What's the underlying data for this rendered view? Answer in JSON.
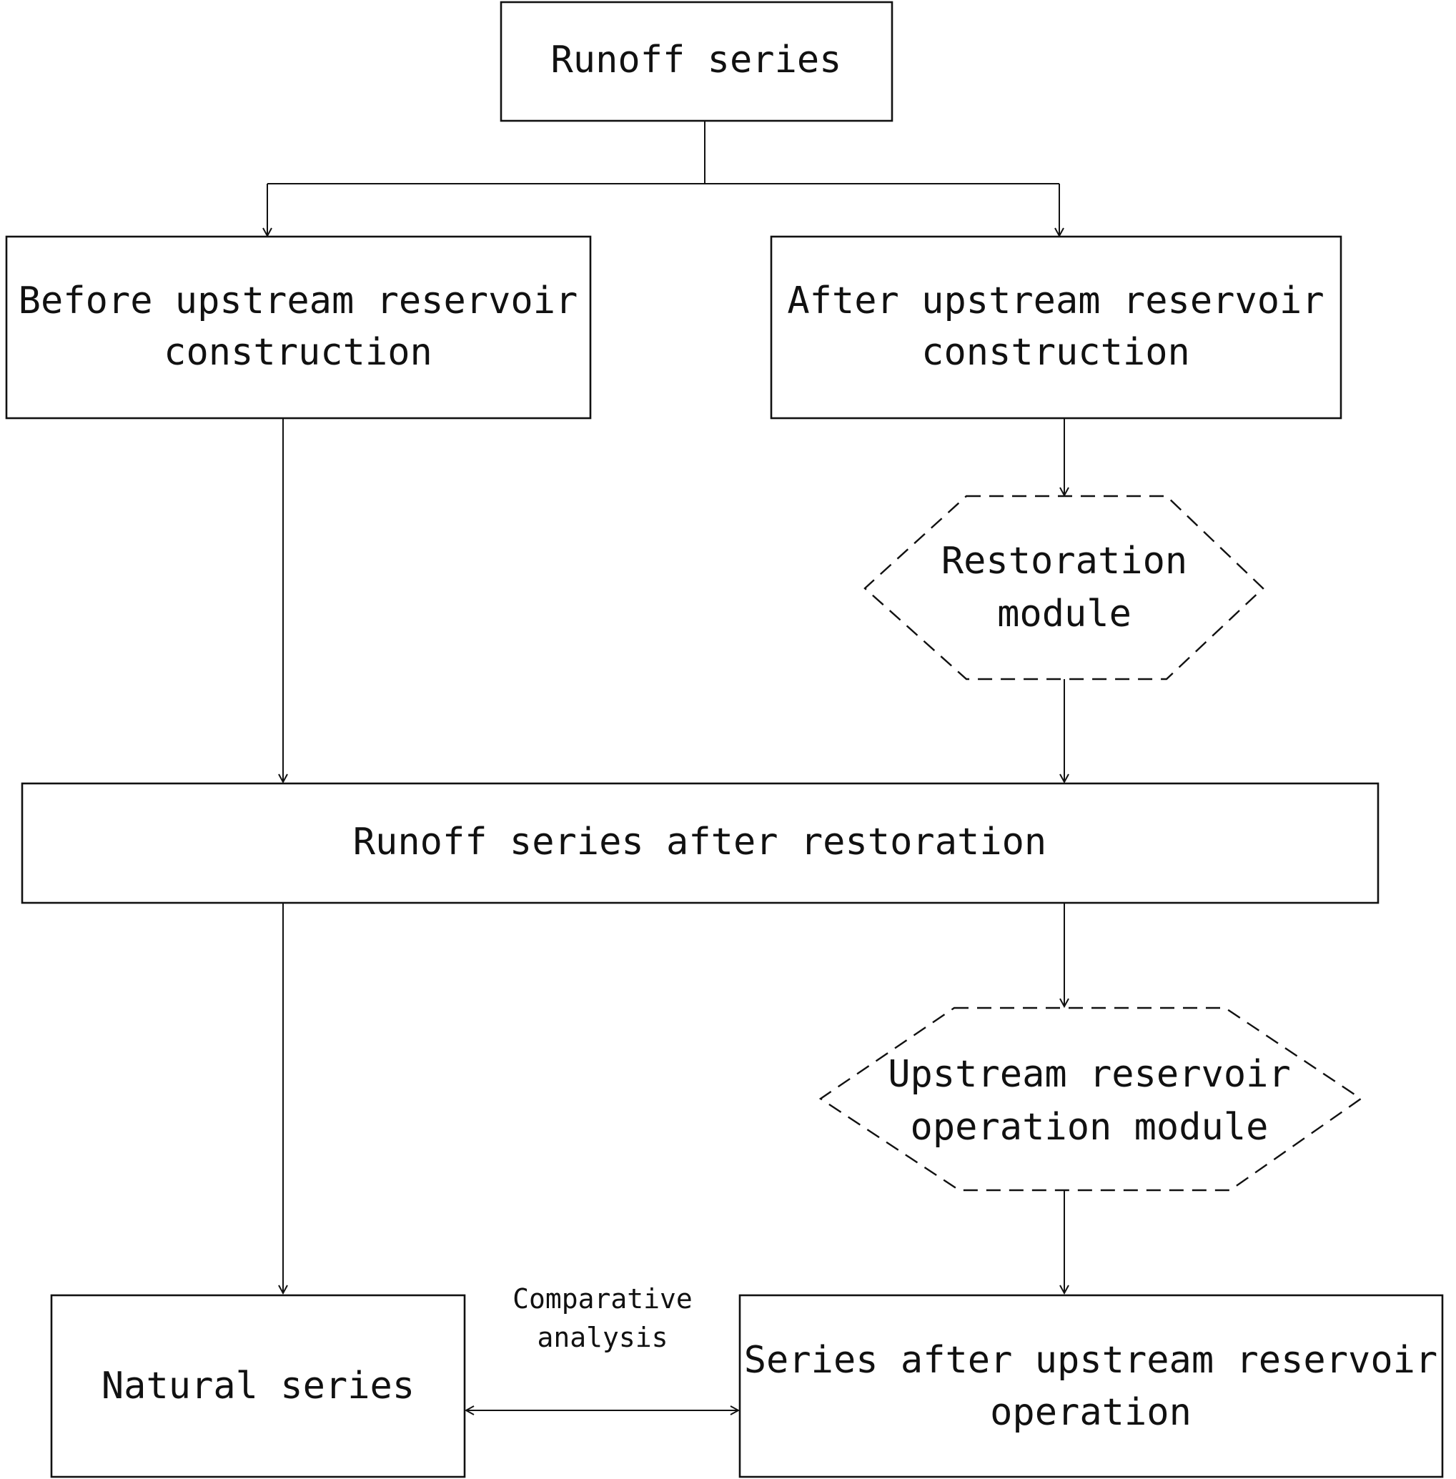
{
  "nodes": {
    "runoff_series": "Runoff series",
    "before_line1": "Before upstream reservoir",
    "before_line2": "construction",
    "after_line1": "After upstream reservoir",
    "after_line2": "construction",
    "restoration_line1": "Restoration",
    "restoration_line2": "module",
    "runoff_after_restoration": "Runoff series after restoration",
    "operation_module_line1": "Upstream reservoir",
    "operation_module_line2": "operation module",
    "natural_series": "Natural series",
    "series_after_line1": "Series after upstream reservoir",
    "series_after_line2": "operation"
  },
  "edges": {
    "comparative_line1": "Comparative",
    "comparative_line2": "analysis"
  }
}
